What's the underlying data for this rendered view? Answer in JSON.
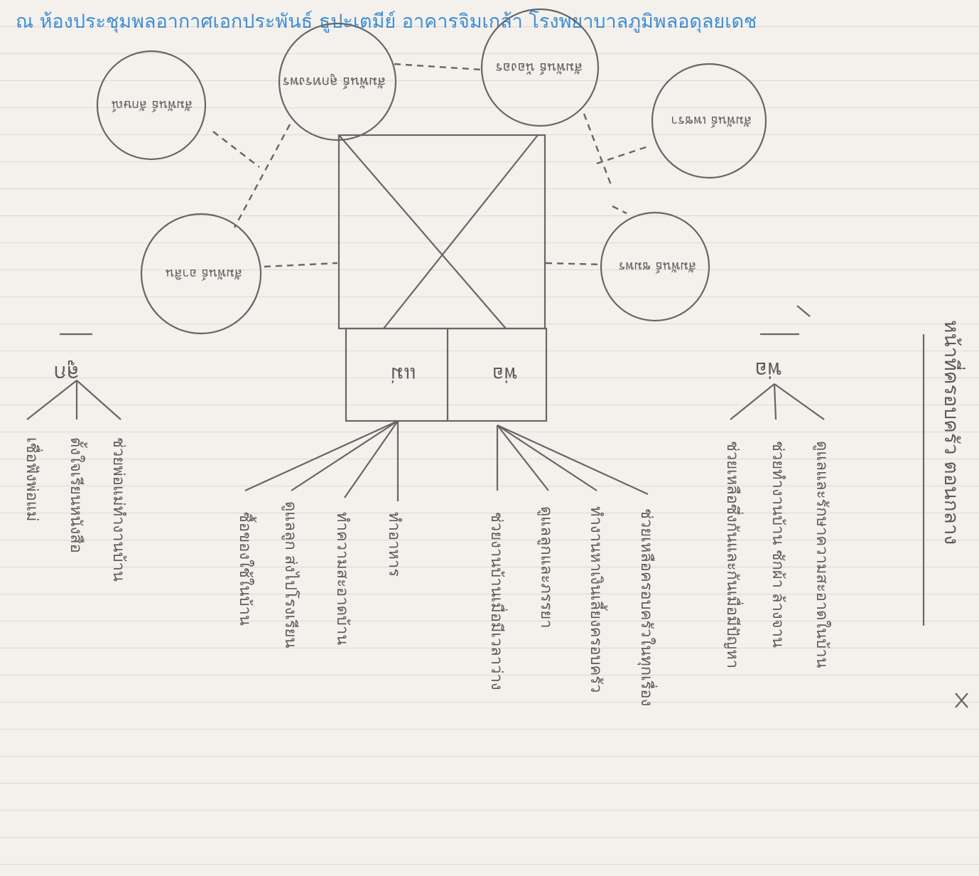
{
  "header": {
    "text": "ณ ห้องประชุมพลอากาศเอกประพันธ์ ธูปะเตมีย์ อาคารจิมเกล้า โรงพยาบาลภูมิพลอดุลยเดช"
  },
  "diagram": {
    "center": {
      "top_label": "พ่อ",
      "bottom_label": "แม่"
    },
    "relatives": [
      "สัมพันธ์ ลูกทรงพร",
      "สัมพันธ์ น้องอร",
      "สัมพันธ์ ลักษณ์",
      "สัมพันธ์ เพชรา",
      "สัมพันธ์ ชมพร",
      "สัมพันธ์ อาสิน"
    ]
  },
  "notes": {
    "heading": "หน้าที่ครอบครัว ตอนกลาง",
    "right_branch": {
      "label": "พ่อ",
      "items": [
        "ดูแลและรักษาความสะอาดในบ้าน",
        "ช่วยทำงานบ้าน ซักผ้า ล้างจาน",
        "ช่วยเหลือซึ่งกันและกันเมื่อมีปัญหา"
      ]
    },
    "father_items": [
      "ช่วยเหลือครอบครัวในทุกเรื่อง",
      "ทำงานหาเงินเลี้ยงครอบครัว",
      "ดูแลลูกและภรรยา",
      "ช่วยงานบ้านเมื่อมีเวลาว่าง"
    ],
    "mother_items": [
      "ทำอาหาร",
      "ทำความสะอาดบ้าน",
      "ดูแลลูก ส่งไปโรงเรียน",
      "ซื้อของใช้ในบ้าน"
    ],
    "left_branch": {
      "label": "ลูก",
      "items": [
        "ช่วยพ่อแม่ทำงานบ้าน",
        "ตั้งใจเรียนหนังสือ",
        "เชื่อฟังพ่อแม่"
      ]
    }
  }
}
